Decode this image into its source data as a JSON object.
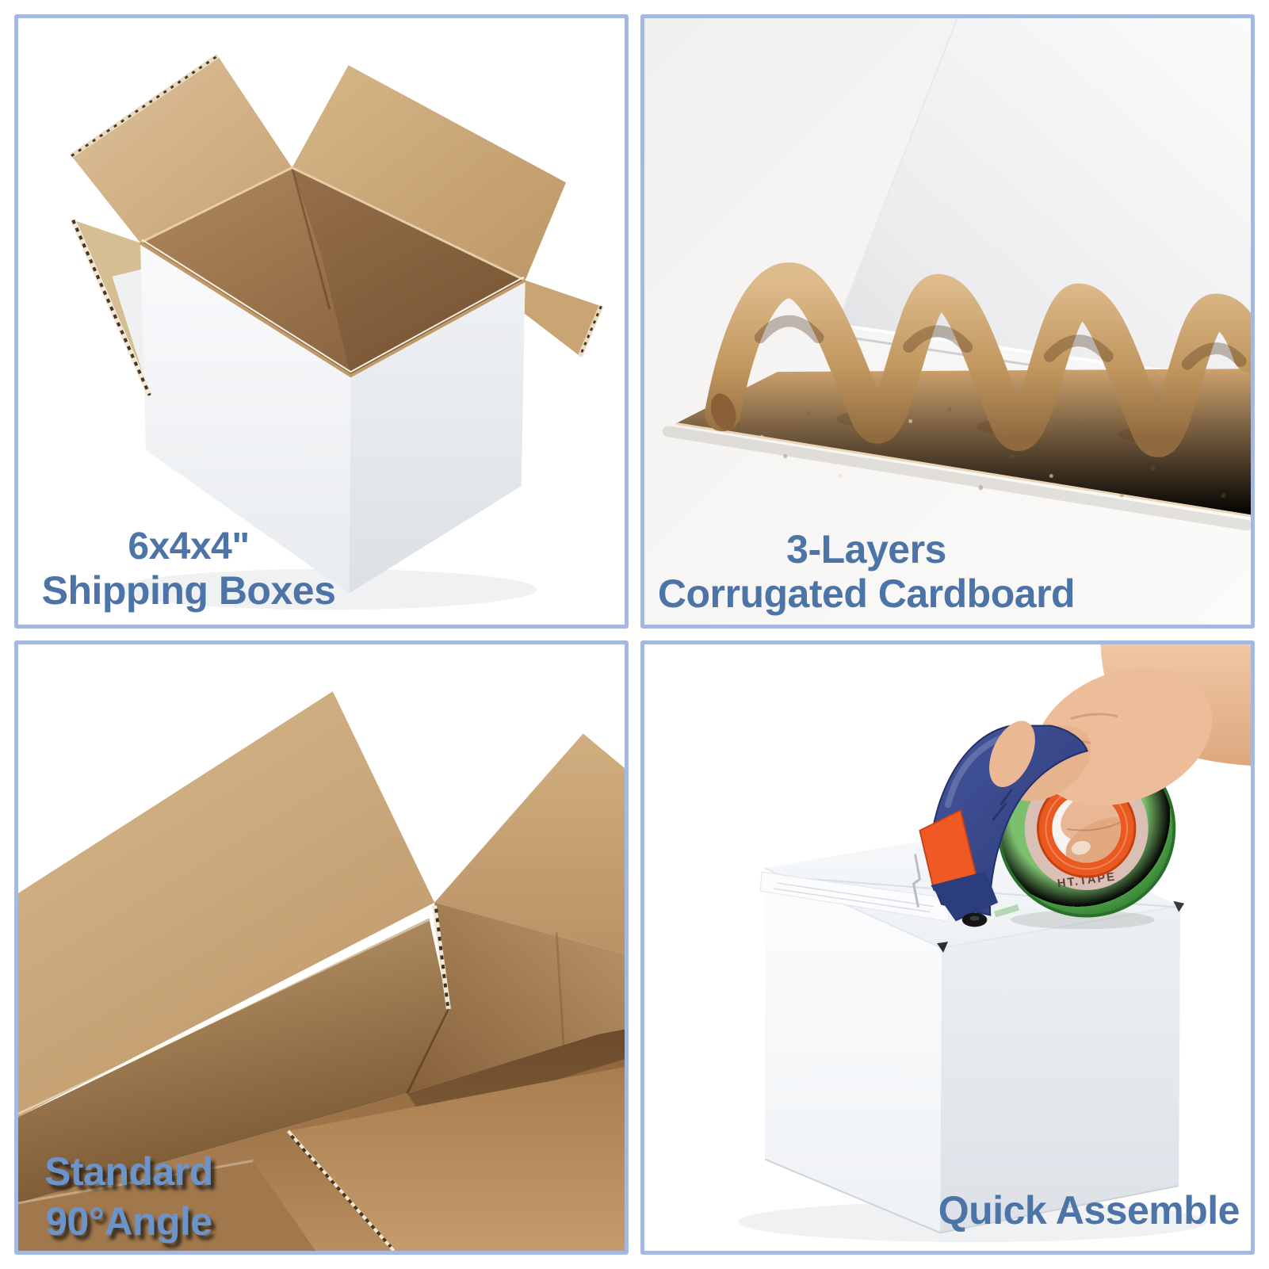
{
  "page": {
    "background": "#ffffff",
    "panel_border_color": "#a6b8e0",
    "caption_color": "#4d74a7",
    "overlay_caption_color": "#6b94ca"
  },
  "panels": {
    "shipping_box": {
      "caption_line1": "6x4x4\"",
      "caption_line2": "Shipping Boxes"
    },
    "corrugated": {
      "caption_line1": "3-Layers",
      "caption_line2": "Corrugated Cardboard"
    },
    "angle": {
      "caption_line1": "Standard",
      "caption_line2": "90°Angle"
    },
    "assemble": {
      "caption": "Quick Assemble",
      "tape_roll_label": "HT.TAPE"
    }
  }
}
